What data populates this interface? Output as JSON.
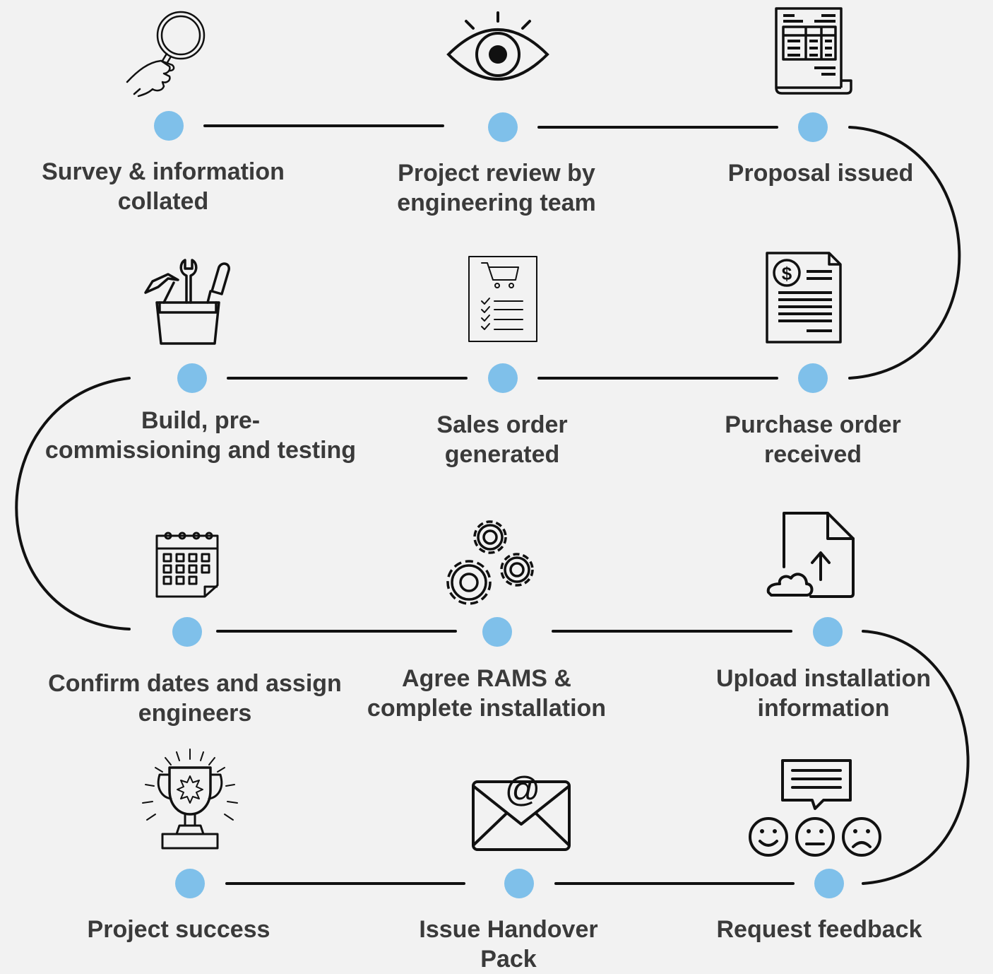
{
  "colors": {
    "background": "#f2f2f2",
    "node": "#7fc0ea",
    "connector": "#111111",
    "text": "#3a3a3a",
    "icon": "#111111"
  },
  "steps": [
    {
      "label": "Survey & information\ncollated",
      "icon": "magnifier-hand-icon"
    },
    {
      "label": "Project review by\nengineering team",
      "icon": "eye-icon"
    },
    {
      "label": "Proposal issued",
      "icon": "document-table-icon"
    },
    {
      "label": "Purchase order\nreceived",
      "icon": "invoice-dollar-icon"
    },
    {
      "label": "Sales order\ngenerated",
      "icon": "cart-checklist-icon"
    },
    {
      "label": "Build, pre-\ncommissioning and testing",
      "icon": "toolbox-icon"
    },
    {
      "label": "Confirm dates and assign\nengineers",
      "icon": "calendar-icon"
    },
    {
      "label": "Agree RAMS &\ncomplete installation",
      "icon": "gears-icon"
    },
    {
      "label": "Upload installation\ninformation",
      "icon": "cloud-upload-icon"
    },
    {
      "label": "Request feedback",
      "icon": "feedback-faces-icon"
    },
    {
      "label": "Issue Handover\nPack",
      "icon": "email-envelope-icon"
    },
    {
      "label": "Project success",
      "icon": "trophy-icon"
    }
  ]
}
